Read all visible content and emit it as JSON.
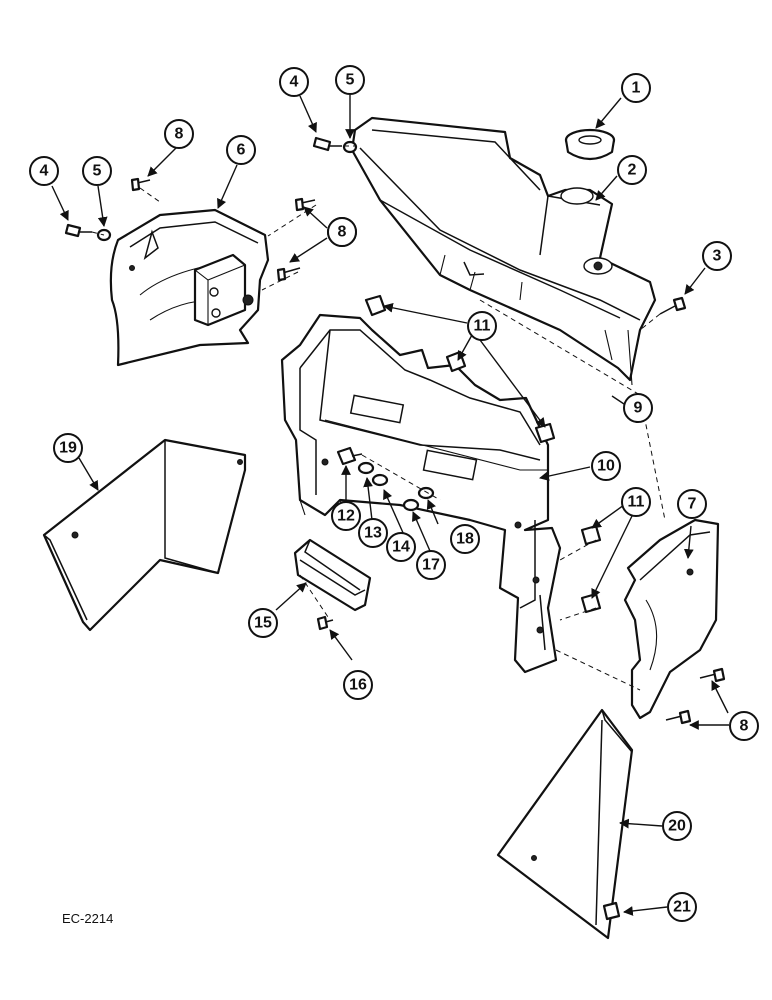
{
  "drawing_code": "EC-2214",
  "callouts": [
    "1",
    "2",
    "3",
    "4",
    "4",
    "5",
    "5",
    "6",
    "7",
    "8",
    "8",
    "8",
    "8",
    "8",
    "9",
    "10",
    "11",
    "11",
    "12",
    "13",
    "14",
    "15",
    "16",
    "17",
    "18",
    "19",
    "20",
    "21"
  ]
}
